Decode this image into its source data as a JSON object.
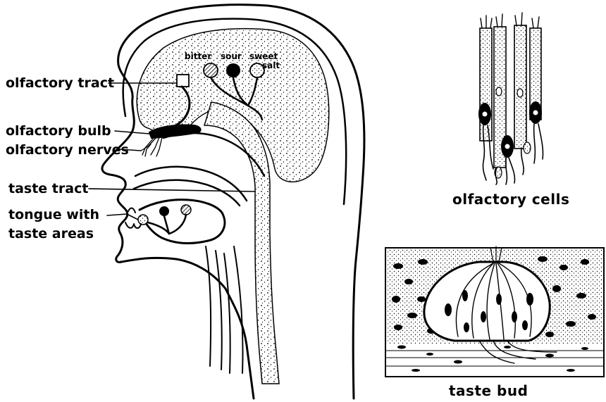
{
  "labels": {
    "olfactory_tract": "olfactory tract",
    "olfactory_bulb": "olfactory bulb",
    "olfactory_nerves": "olfactory nerves",
    "taste_tract": "taste tract",
    "tongue_line1": "tongue with",
    "tongue_line2": "taste areas",
    "bitter": "bitter",
    "sour": "sour",
    "sweet": "sweet",
    "salt": "salt"
  },
  "captions": {
    "olfactory_cells": "olfactory cells",
    "taste_bud": "taste bud"
  },
  "colors": {
    "ink": "#000000",
    "paper": "#ffffff"
  }
}
